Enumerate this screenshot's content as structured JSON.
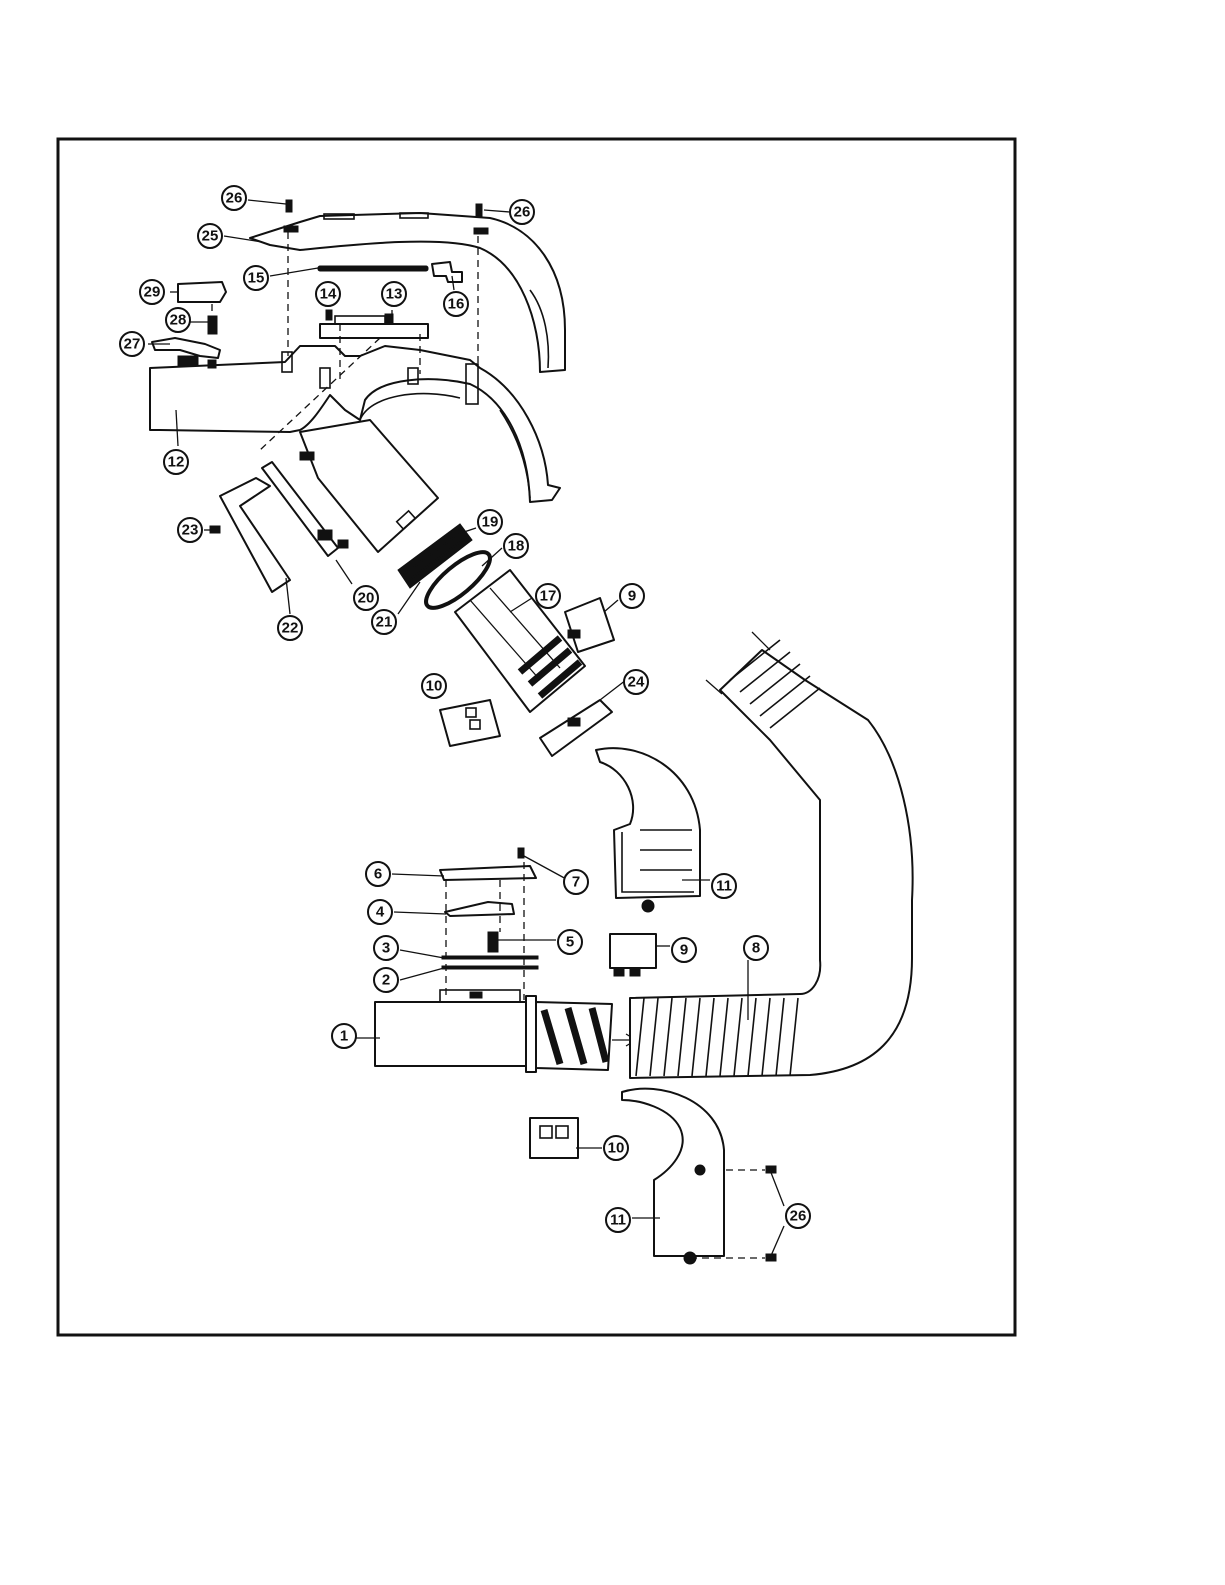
{
  "diagram": {
    "callouts": [
      {
        "id": "c26a",
        "label": "26"
      },
      {
        "id": "c26b",
        "label": "26"
      },
      {
        "id": "c25",
        "label": "25"
      },
      {
        "id": "c15",
        "label": "15"
      },
      {
        "id": "c16",
        "label": "16"
      },
      {
        "id": "c29",
        "label": "29"
      },
      {
        "id": "c14",
        "label": "14"
      },
      {
        "id": "c13",
        "label": "13"
      },
      {
        "id": "c28",
        "label": "28"
      },
      {
        "id": "c27",
        "label": "27"
      },
      {
        "id": "c12",
        "label": "12"
      },
      {
        "id": "c23",
        "label": "23"
      },
      {
        "id": "c19",
        "label": "19"
      },
      {
        "id": "c18",
        "label": "18"
      },
      {
        "id": "c17",
        "label": "17"
      },
      {
        "id": "c9a",
        "label": "9"
      },
      {
        "id": "c20",
        "label": "20"
      },
      {
        "id": "c21",
        "label": "21"
      },
      {
        "id": "c22",
        "label": "22"
      },
      {
        "id": "c10a",
        "label": "10"
      },
      {
        "id": "c24",
        "label": "24"
      },
      {
        "id": "c6",
        "label": "6"
      },
      {
        "id": "c7",
        "label": "7"
      },
      {
        "id": "c11a",
        "label": "11"
      },
      {
        "id": "c4",
        "label": "4"
      },
      {
        "id": "c5",
        "label": "5"
      },
      {
        "id": "c9b",
        "label": "9"
      },
      {
        "id": "c8",
        "label": "8"
      },
      {
        "id": "c3",
        "label": "3"
      },
      {
        "id": "c2",
        "label": "2"
      },
      {
        "id": "c1",
        "label": "1"
      },
      {
        "id": "c10b",
        "label": "10"
      },
      {
        "id": "c11b",
        "label": "11"
      },
      {
        "id": "c26c",
        "label": "26"
      }
    ]
  }
}
